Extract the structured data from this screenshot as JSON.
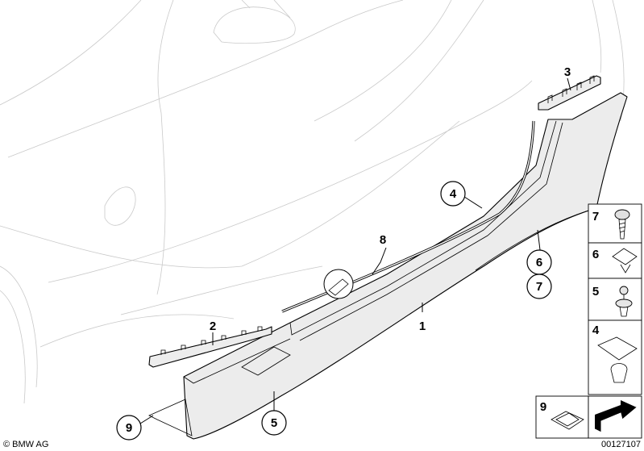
{
  "labels": {
    "part_1": "1",
    "part_2": "2",
    "part_3": "3",
    "part_4": "4",
    "part_5": "5",
    "part_6": "6",
    "part_7": "7",
    "part_8": "8",
    "part_9": "9"
  },
  "legend": [
    {
      "number": "7",
      "icon": "screw-icon"
    },
    {
      "number": "6",
      "icon": "clip-nut-icon"
    },
    {
      "number": "5",
      "icon": "expanding-rivet-icon"
    },
    {
      "number": "4",
      "icon": "bracket-clip-icon"
    },
    {
      "number": "9",
      "icon": "spring-nut-icon"
    }
  ],
  "footer": {
    "copyright": "© BMW AG",
    "diagram_id": "00127107"
  }
}
